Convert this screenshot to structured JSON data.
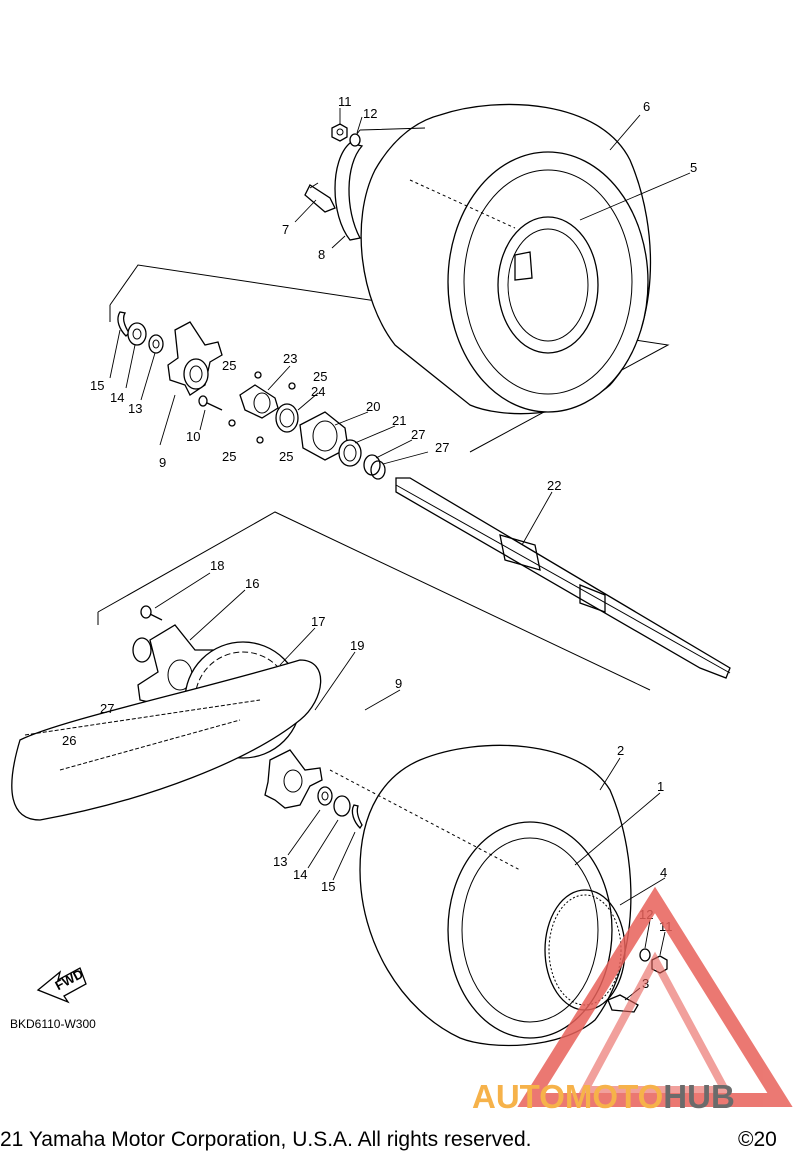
{
  "diagram": {
    "catalog_code": "BKD6110-W300",
    "fwd_label": "FWD",
    "callouts": [
      {
        "id": "c1",
        "text": "1"
      },
      {
        "id": "c2",
        "text": "2"
      },
      {
        "id": "c3",
        "text": "3"
      },
      {
        "id": "c4",
        "text": "4"
      },
      {
        "id": "c5",
        "text": "5"
      },
      {
        "id": "c6",
        "text": "6"
      },
      {
        "id": "c7",
        "text": "7"
      },
      {
        "id": "c8",
        "text": "8"
      },
      {
        "id": "c9a",
        "text": "9"
      },
      {
        "id": "c9b",
        "text": "9"
      },
      {
        "id": "c10",
        "text": "10"
      },
      {
        "id": "c11a",
        "text": "11"
      },
      {
        "id": "c11b",
        "text": "11"
      },
      {
        "id": "c12a",
        "text": "12"
      },
      {
        "id": "c12b",
        "text": "12"
      },
      {
        "id": "c13a",
        "text": "13"
      },
      {
        "id": "c13b",
        "text": "13"
      },
      {
        "id": "c14a",
        "text": "14"
      },
      {
        "id": "c14b",
        "text": "14"
      },
      {
        "id": "c15a",
        "text": "15"
      },
      {
        "id": "c15b",
        "text": "15"
      },
      {
        "id": "c16",
        "text": "16"
      },
      {
        "id": "c17",
        "text": "17"
      },
      {
        "id": "c18",
        "text": "18"
      },
      {
        "id": "c19",
        "text": "19"
      },
      {
        "id": "c20",
        "text": "20"
      },
      {
        "id": "c21",
        "text": "21"
      },
      {
        "id": "c22",
        "text": "22"
      },
      {
        "id": "c23",
        "text": "23"
      },
      {
        "id": "c24",
        "text": "24"
      },
      {
        "id": "c25a",
        "text": "25"
      },
      {
        "id": "c25b",
        "text": "25"
      },
      {
        "id": "c25c",
        "text": "25"
      },
      {
        "id": "c25d",
        "text": "25"
      },
      {
        "id": "c26",
        "text": "26"
      },
      {
        "id": "c27a",
        "text": "27"
      },
      {
        "id": "c27b",
        "text": "27"
      },
      {
        "id": "c27c",
        "text": "27"
      }
    ]
  },
  "watermark": {
    "part1": "AUTO",
    "part2": "MOTO",
    "part3": "HUB",
    "accent_color": "#f6b24a",
    "triangle_color": "#e8615a",
    "hub_color": "#6b6b6b"
  },
  "footer": {
    "copyright": "21 Yamaha Motor Corporation, U.S.A. All rights reserved.",
    "year_fragment": "©20"
  }
}
